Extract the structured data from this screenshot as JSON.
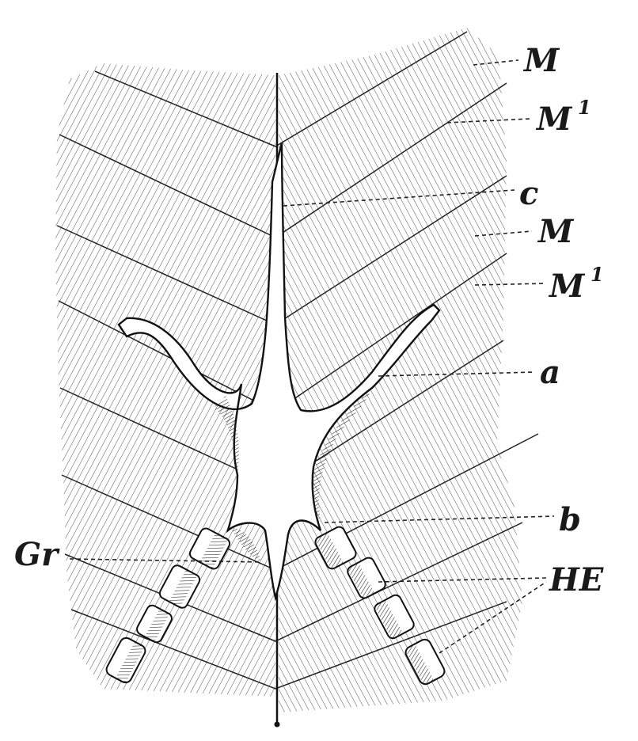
{
  "labels": {
    "M_top": "M",
    "M1_top": "M",
    "M1_top_sup": "1",
    "c": "c",
    "M_mid": "M",
    "M1_mid": "M",
    "M1_mid_sup": "1",
    "a": "a",
    "b": "b",
    "Gr": "Gr",
    "HE": "HE"
  },
  "colors": {
    "ink": "#1a1a1a",
    "paper": "#ffffff"
  }
}
